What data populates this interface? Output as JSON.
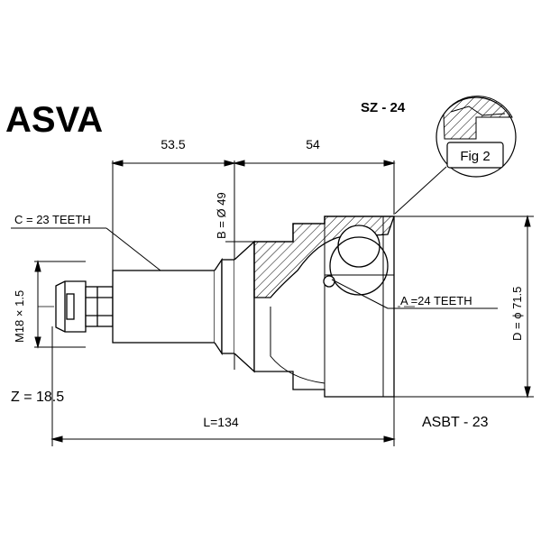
{
  "brand": "ASVA",
  "part_code": "SZ - 24",
  "fig_label": "Fig 2",
  "dims": {
    "a": "53.5",
    "b": "54",
    "outer_dia": "B = Ø 49",
    "c_teeth": "C = 23 TEETH",
    "thread": "M18 × 1.5",
    "a_teeth": "A =24 TEETH",
    "d_dia": "D = ϕ 71.5",
    "z": "Z = 18.5",
    "length": "L=134"
  },
  "ref_code": "ASBT - 23"
}
